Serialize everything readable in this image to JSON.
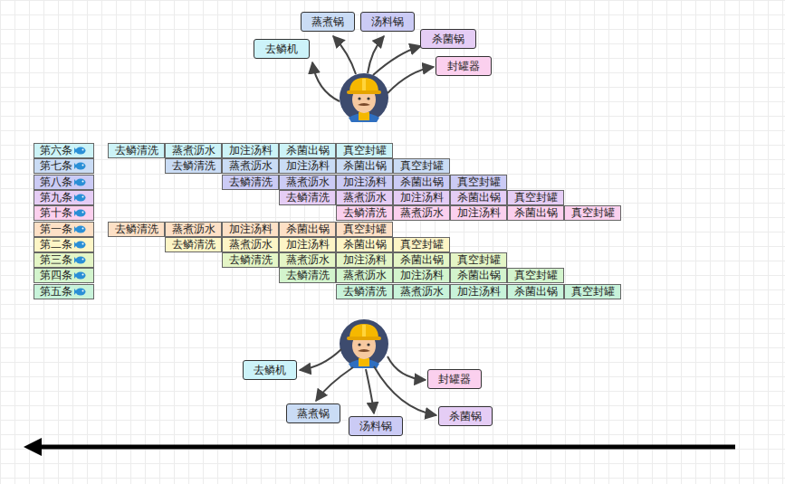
{
  "diagram": {
    "nodes": [
      {
        "text": [
          "蒸煮锅"
        ]
      },
      {
        "text": [
          "汤料锅"
        ]
      },
      {
        "text": [
          "杀菌锅"
        ]
      },
      {
        "text": [
          "去鳞机"
        ]
      },
      {
        "text": [
          "封罐器"
        ]
      },
      {
        "text": [
          "第六条"
        ]
      },
      {
        "text": [
          "去鳞清洗"
        ]
      },
      {
        "text": [
          "蒸煮沥水"
        ]
      },
      {
        "text": [
          "加注汤料"
        ]
      },
      {
        "text": [
          "杀菌出锅"
        ]
      },
      {
        "text": [
          "真空封罐"
        ]
      },
      {
        "text": [
          "第七条"
        ]
      },
      {
        "text": [
          "去鳞清洗"
        ]
      },
      {
        "text": [
          "蒸煮沥水"
        ]
      },
      {
        "text": [
          "加注汤料"
        ]
      },
      {
        "text": [
          "杀菌出锅"
        ]
      },
      {
        "text": [
          "真空封罐"
        ]
      },
      {
        "text": [
          "第八条"
        ]
      },
      {
        "text": [
          "去鳞清洗"
        ]
      },
      {
        "text": [
          "蒸煮沥水"
        ]
      },
      {
        "text": [
          "加注汤料"
        ]
      },
      {
        "text": [
          "杀菌出锅"
        ]
      },
      {
        "text": [
          "真空封罐"
        ]
      },
      {
        "text": [
          "第九条"
        ]
      },
      {
        "text": [
          "去鳞清洗"
        ]
      },
      {
        "text": [
          "蒸煮沥水"
        ]
      },
      {
        "text": [
          "加注汤料"
        ]
      },
      {
        "text": [
          "杀菌出锅"
        ]
      },
      {
        "text": [
          "真空封罐"
        ]
      },
      {
        "text": [
          "第十条"
        ]
      },
      {
        "text": [
          "去鳞清洗"
        ]
      },
      {
        "text": [
          "蒸煮沥水"
        ]
      },
      {
        "text": [
          "加注汤料"
        ]
      },
      {
        "text": [
          "杀菌出锅"
        ]
      },
      {
        "text": [
          "真空封罐"
        ]
      },
      {
        "text": [
          "第一条"
        ]
      },
      {
        "text": [
          "去鳞清洗"
        ]
      },
      {
        "text": [
          "蒸煮沥水"
        ]
      },
      {
        "text": [
          "加注汤料"
        ]
      },
      {
        "text": [
          "杀菌出锅"
        ]
      },
      {
        "text": [
          "真空封罐"
        ]
      },
      {
        "text": [
          "第二条"
        ]
      },
      {
        "text": [
          "去鳞清洗"
        ]
      },
      {
        "text": [
          "蒸煮沥水"
        ]
      },
      {
        "text": [
          "加注汤料"
        ]
      },
      {
        "text": [
          "杀菌出锅"
        ]
      },
      {
        "text": [
          "真空封罐"
        ]
      },
      {
        "text": [
          "第三条"
        ]
      },
      {
        "text": [
          "去鳞清洗"
        ]
      },
      {
        "text": [
          "蒸煮沥水"
        ]
      },
      {
        "text": [
          "加注汤料"
        ]
      },
      {
        "text": [
          "杀菌出锅"
        ]
      },
      {
        "text": [
          "真空封罐"
        ]
      },
      {
        "text": [
          "第四条"
        ]
      },
      {
        "text": [
          "去鳞清洗"
        ]
      },
      {
        "text": [
          "蒸煮沥水"
        ]
      },
      {
        "text": [
          "加注汤料"
        ]
      },
      {
        "text": [
          "杀菌出锅"
        ]
      },
      {
        "text": [
          "真空封罐"
        ]
      },
      {
        "text": [
          "第五条"
        ]
      },
      {
        "text": [
          "去鳞清洗"
        ]
      },
      {
        "text": [
          "蒸煮沥水"
        ]
      },
      {
        "text": [
          "加注汤料"
        ]
      },
      {
        "text": [
          "杀菌出锅"
        ]
      },
      {
        "text": [
          "真空封罐"
        ]
      },
      {
        "text": [
          "去鳞机"
        ]
      },
      {
        "text": [
          "封罐器"
        ]
      },
      {
        "text": [
          "蒸煮锅"
        ]
      },
      {
        "text": [
          "杀菌锅"
        ]
      },
      {
        "text": [
          "汤料锅"
        ]
      }
    ]
  }
}
